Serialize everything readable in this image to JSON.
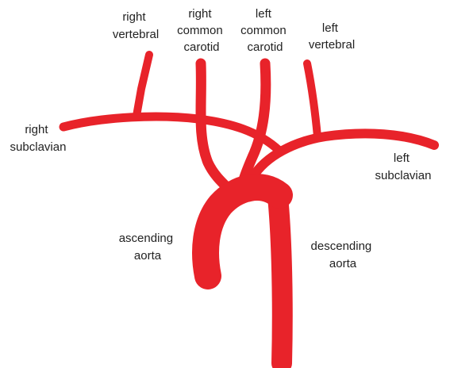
{
  "colors": {
    "vessel": "#e8232a",
    "text": "#222222",
    "background": "#ffffff"
  },
  "labels": {
    "right_vertebral": [
      "right",
      "vertebral"
    ],
    "right_common_carotid": [
      "right",
      "common",
      "carotid"
    ],
    "left_common_carotid": [
      "left",
      "common",
      "carotid"
    ],
    "left_vertebral": [
      "left",
      "vertebral"
    ],
    "right_subclavian": [
      "right",
      "subclavian"
    ],
    "left_subclavian": [
      "left",
      "subclavian"
    ],
    "ascending_aorta": [
      "ascending",
      "aorta"
    ],
    "descending_aorta": [
      "descending",
      "aorta"
    ]
  }
}
